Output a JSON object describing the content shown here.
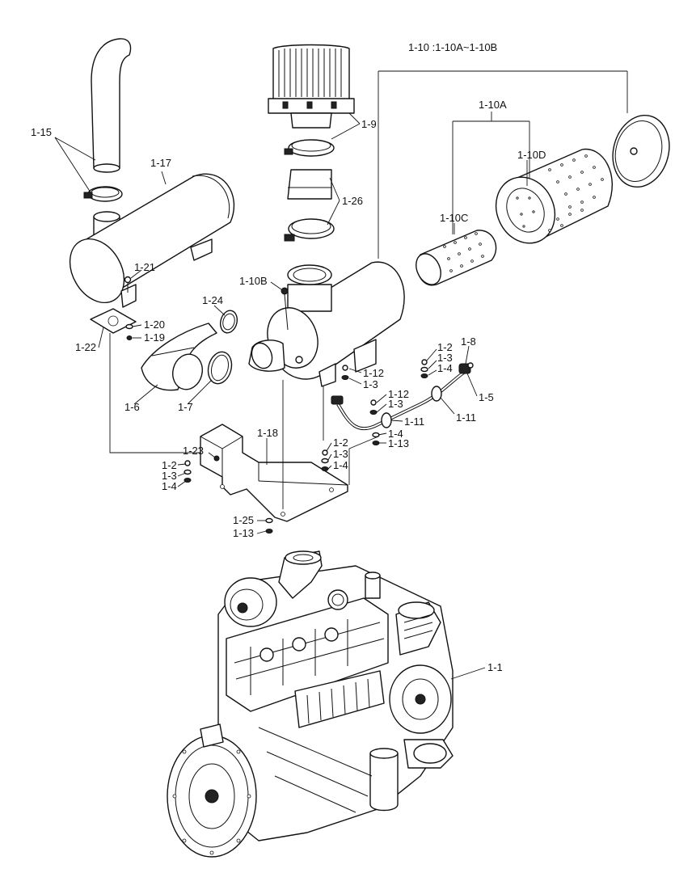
{
  "kit_note": "1-10 :1-10A~1-10B",
  "callouts": {
    "p1_1": "1-1",
    "p1_2a": "1-2",
    "p1_2b": "1-2",
    "p1_2c": "1-2",
    "p1_3a": "1-3",
    "p1_3b": "1-3",
    "p1_3c": "1-3",
    "p1_3d": "1-3",
    "p1_3e": "1-3",
    "p1_4a": "1-4",
    "p1_4b": "1-4",
    "p1_4c": "1-4",
    "p1_4d": "1-4",
    "p1_5": "1-5",
    "p1_6": "1-6",
    "p1_7": "1-7",
    "p1_8": "1-8",
    "p1_9": "1-9",
    "p1_10a": "1-10A",
    "p1_10b": "1-10B",
    "p1_10c": "1-10C",
    "p1_10d": "1-10D",
    "p1_11a": "1-11",
    "p1_11b": "1-11",
    "p1_12a": "1-12",
    "p1_12b": "1-12",
    "p1_13a": "1-13",
    "p1_13b": "1-13",
    "p1_15": "1-15",
    "p1_17": "1-17",
    "p1_18": "1-18",
    "p1_19": "1-19",
    "p1_20": "1-20",
    "p1_21": "1-21",
    "p1_22": "1-22",
    "p1_23": "1-23",
    "p1_24": "1-24",
    "p1_25": "1-25",
    "p1_26": "1-26"
  }
}
